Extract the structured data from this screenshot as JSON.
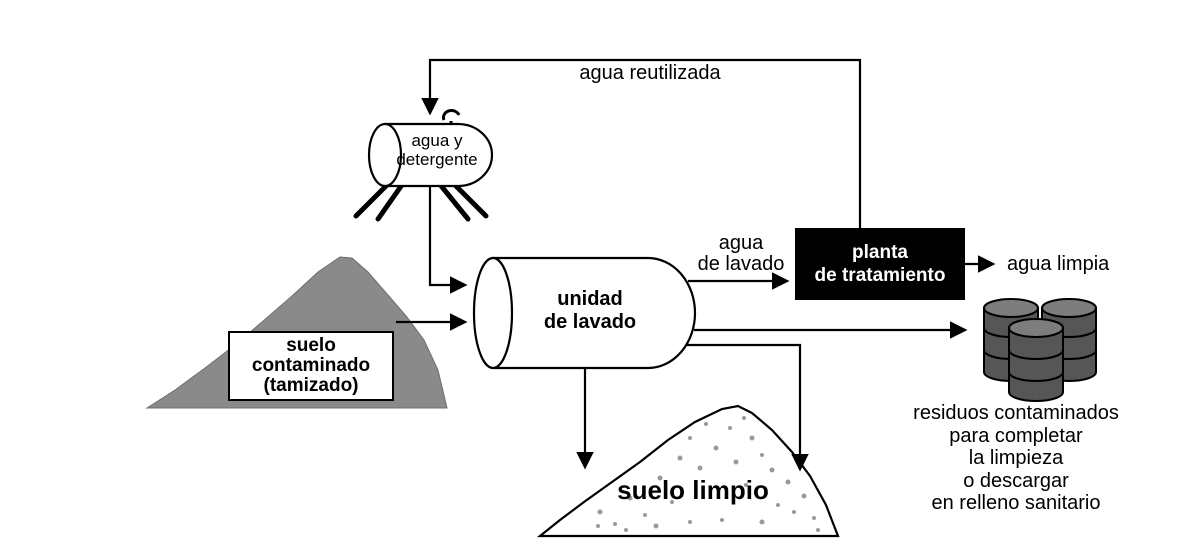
{
  "diagram": {
    "flow_labels": {
      "agua_reutilizada": "agua reutilizada",
      "agua_de_lavado": {
        "line1": "agua",
        "line2": "de lavado"
      },
      "agua_limpia": "agua limpia"
    },
    "nodes": {
      "tank": {
        "line1": "agua y",
        "line2": "detergente"
      },
      "contaminated_soil": {
        "line1": "suelo",
        "line2": "contaminado",
        "line3": "(tamizado)"
      },
      "wash_unit": {
        "line1": "unidad",
        "line2": "de lavado"
      },
      "treatment_plant": {
        "line1": "planta",
        "line2": "de tratamiento"
      },
      "clean_soil": "suelo limpio",
      "waste_note": {
        "line1": "residuos contaminados",
        "line2": "para completar",
        "line3": "la limpieza",
        "line4": "o descargar",
        "line5": "en relleno sanitario"
      }
    },
    "colors": {
      "background": "#ffffff",
      "line": "#000000",
      "contaminated_soil_fill": "#8a8a8a",
      "treatment_plant_bg": "#000000",
      "treatment_plant_text": "#ffffff",
      "barrel_body": "#565656",
      "barrel_top": "#7d7d7d",
      "clean_soil_dots": "#9a9a9a"
    }
  }
}
